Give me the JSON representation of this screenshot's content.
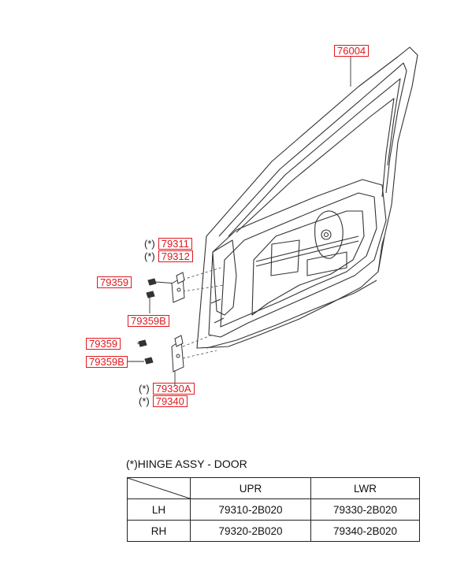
{
  "callouts": {
    "door_panel": "76004",
    "upper_hinge_lh": "79311",
    "upper_hinge_rh": "79312",
    "bolt_upper": "79359",
    "bolt_upper_b": "79359B",
    "bolt_lower": "79359",
    "bolt_lower_b": "79359B",
    "lower_hinge_lh": "79330A",
    "lower_hinge_rh": "79340",
    "marker": "(*)"
  },
  "hinge_table": {
    "title": "(*)HINGE ASSY - DOOR",
    "columns": [
      "UPR",
      "LWR"
    ],
    "rows": [
      {
        "side": "LH",
        "upr": "79310-2B020",
        "lwr": "79330-2B020"
      },
      {
        "side": "RH",
        "upr": "79320-2B020",
        "lwr": "79340-2B020"
      }
    ]
  },
  "colors": {
    "callout_red": "#e0191e",
    "line": "#333333"
  }
}
